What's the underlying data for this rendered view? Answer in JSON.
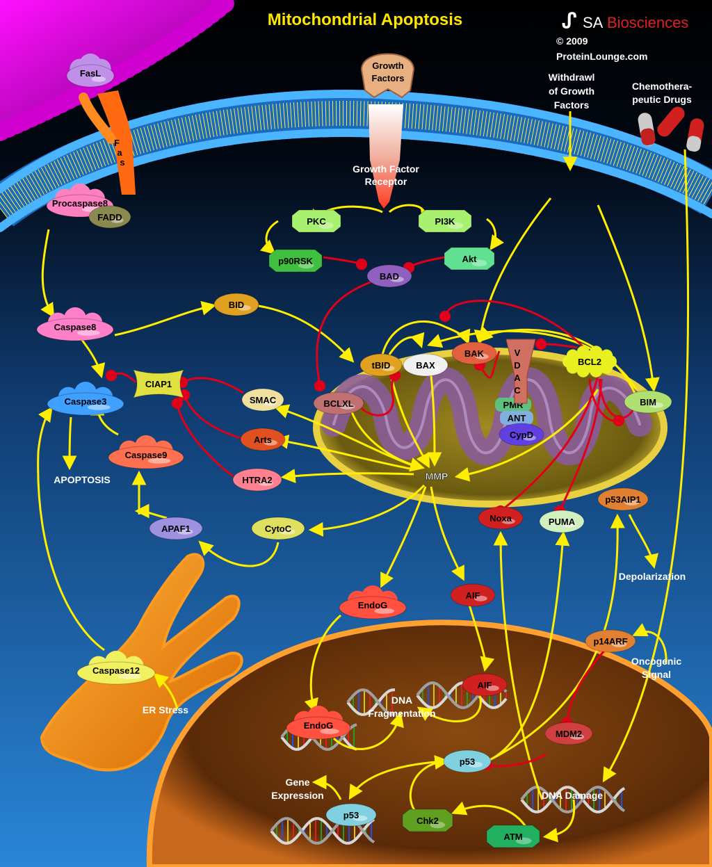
{
  "title": "Mitochondrial Apoptosis",
  "brand": {
    "logo_a": "SA",
    "logo_b": "Biosciences",
    "copyright": "© 2009",
    "site": "ProteinLounge.com"
  },
  "colors": {
    "arrow": "#ffee00",
    "inhibit": "#e0001a",
    "background_top": "#000000",
    "background_bottom": "#2a7fd0"
  },
  "icons": [
    "fasl-ligand-icon",
    "growth-factor-icon",
    "capsule-drug-icon",
    "dna-helix-icon",
    "mitochondrion-icon",
    "nucleus-icon",
    "er-icon"
  ],
  "labels": {
    "growth_factor_receptor": [
      "Growth Factor",
      "Receptor"
    ],
    "withdrawal": [
      "Withdrawl",
      "of Growth",
      "Factors"
    ],
    "chemo": [
      "Chemothera-",
      "peutic Drugs"
    ],
    "apoptosis": "APOPTOSIS",
    "depolarization": "Depolarization",
    "oncogenic": [
      "Oncogenic",
      "Signal"
    ],
    "er_stress": "ER Stress",
    "dna_frag": [
      "DNA",
      "Fragmentation"
    ],
    "gene_expr": [
      "Gene",
      "Expression"
    ],
    "dna_damage": "DNA Damage",
    "fas_letters": [
      "F",
      "a",
      "s"
    ],
    "vdac_letters": [
      "V",
      "D",
      "A",
      "C"
    ],
    "growth_factors": [
      "Growth",
      "Factors"
    ],
    "mmp": "MMP"
  },
  "nodes": {
    "fasl": "FasL",
    "procaspase8": "Procaspase8",
    "fadd": "FADD",
    "pkc": "PKC",
    "pi3k": "PI3K",
    "p90rsk": "p90RSK",
    "akt": "Akt",
    "bad": "BAD",
    "bid": "BID",
    "caspase8": "Caspase8",
    "tbid": "tBID",
    "bax": "BAX",
    "bak": "BAK",
    "bcl2": "BCL2",
    "bclxl": "BCLXL",
    "bim": "BIM",
    "caspase3": "Caspase3",
    "ciap1": "CIAP1",
    "smac": "SMAC",
    "arts": "Arts",
    "caspase9": "Caspase9",
    "htra2": "HTRA2",
    "pmr": "PMR",
    "ant": "ANT",
    "cypd": "CypD",
    "noxa": "Noxa",
    "puma": "PUMA",
    "p53aip1": "p53AIP1",
    "apaf1": "APAF1",
    "cytoc": "CytoC",
    "endog": "EndoG",
    "aif": "AIF",
    "p14arf": "p14ARF",
    "caspase12": "Caspase12",
    "aif2": "AIF",
    "endog2": "EndoG",
    "mdm2": "MDM2",
    "p53a": "p53",
    "p53b": "p53",
    "chk2": "Chk2",
    "atm": "ATM"
  }
}
